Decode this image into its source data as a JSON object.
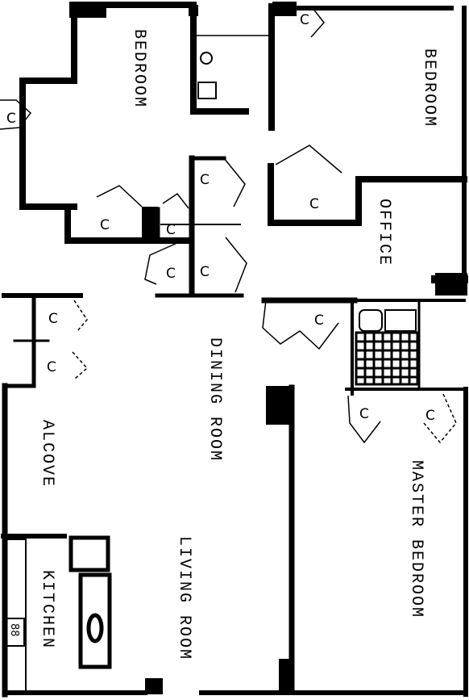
{
  "rooms": {
    "bedroom_upper_left": "BEDROOM",
    "bedroom_upper_right": "BEDROOM",
    "office": "OFFICE",
    "dining_room": "DINING ROOM",
    "alcove": "ALCOVE",
    "master_bedroom": "MASTER BEDROOM",
    "living_room": "LIVING ROOM",
    "kitchen": "KITCHEN"
  },
  "closet_label": "C",
  "unit_number": "88",
  "colors": {
    "wall": "#000000",
    "background": "#ffffff"
  }
}
